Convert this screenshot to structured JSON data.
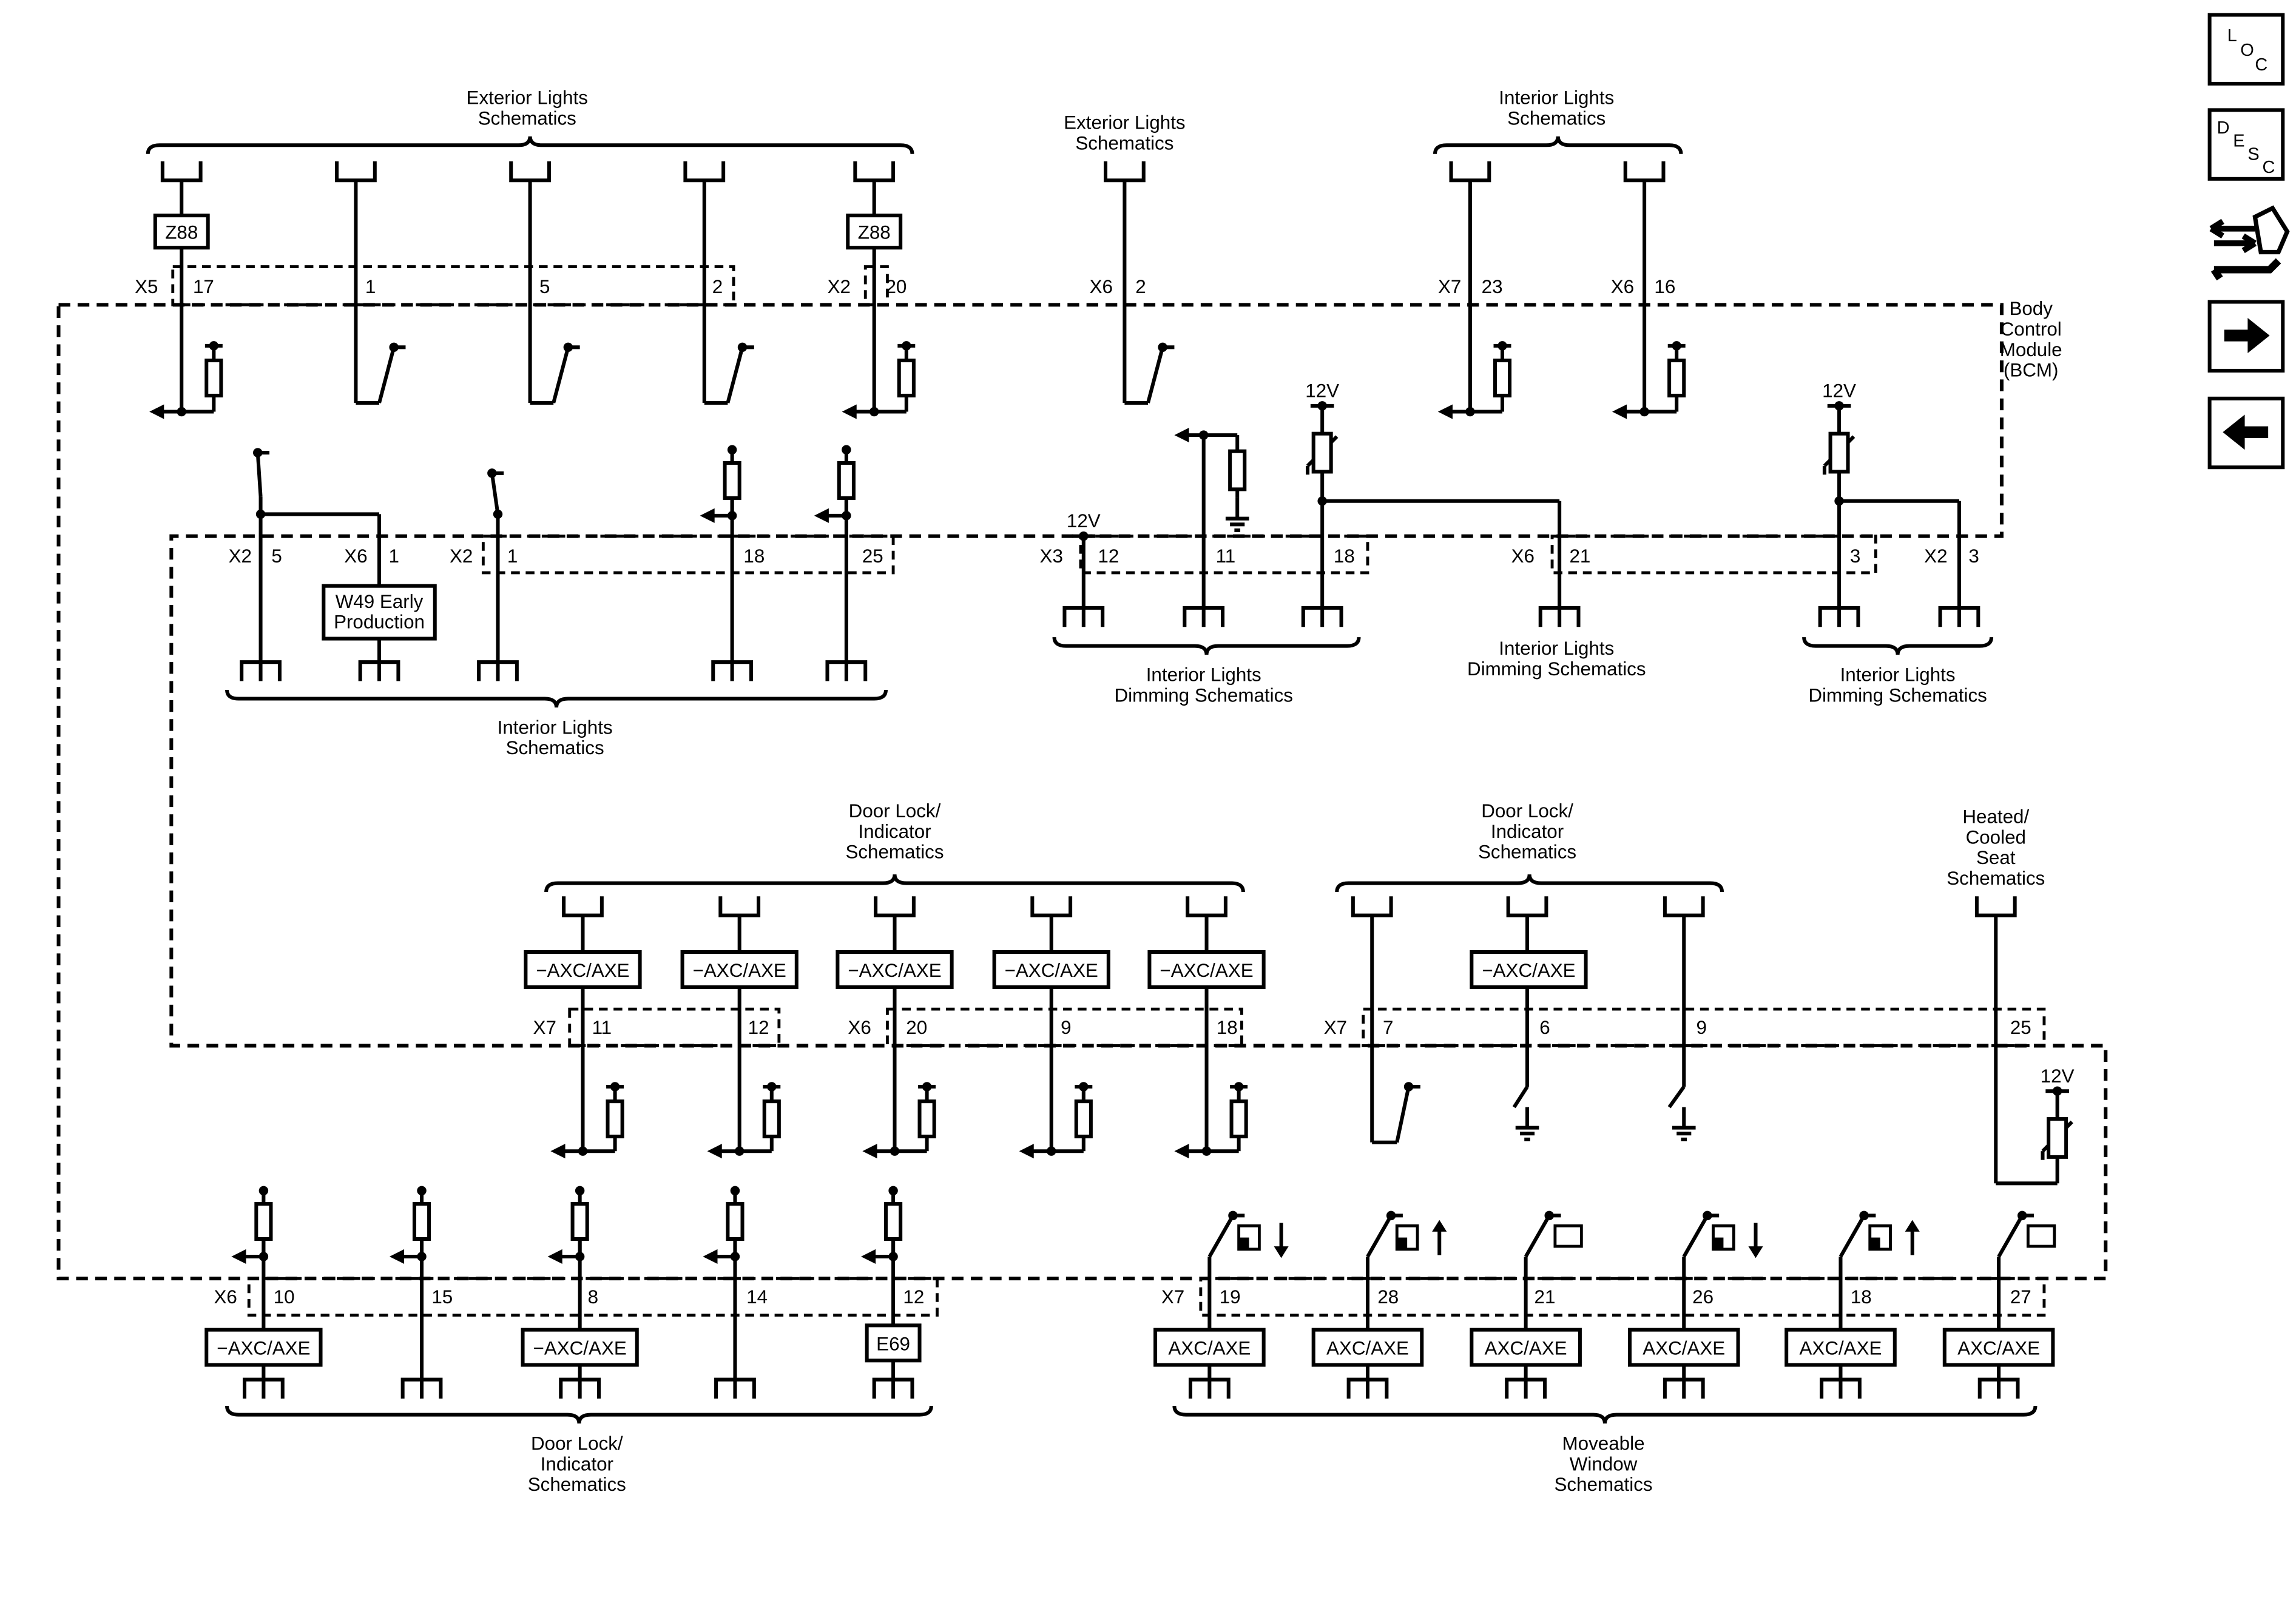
{
  "labels": {
    "ext_lights_1": [
      "Exterior Lights",
      "Schematics"
    ],
    "ext_lights_2": [
      "Exterior Lights",
      "Schematics"
    ],
    "int_lights_top": [
      "Interior Lights",
      "Schematics"
    ],
    "bcm": [
      "Body",
      "Control",
      "Module",
      "(BCM)"
    ],
    "int_lights_mid": [
      "Interior Lights",
      "Schematics"
    ],
    "int_dim_1": [
      "Interior Lights",
      "Dimming Schematics"
    ],
    "int_dim_2": [
      "Interior Lights",
      "Dimming Schematics"
    ],
    "int_dim_3": [
      "Interior Lights",
      "Dimming Schematics"
    ],
    "door_lock_1": [
      "Door Lock/",
      "Indicator",
      "Schematics"
    ],
    "door_lock_2": [
      "Door Lock/",
      "Indicator",
      "Schematics"
    ],
    "heated_seat": [
      "Heated/",
      "Cooled",
      "Seat",
      "Schematics"
    ],
    "door_lock_bottom": [
      "Door Lock/",
      "Indicator",
      "Schematics"
    ],
    "moveable_window": [
      "Moveable",
      "Window",
      "Schematics"
    ],
    "v12": "12V"
  },
  "connectors": {
    "X5": "X5",
    "X2": "X2",
    "X6": "X6",
    "X7": "X7",
    "X3": "X3"
  },
  "pins": {
    "r1": [
      "17",
      "1",
      "5",
      "2",
      "20",
      "2",
      "23",
      "16"
    ],
    "r2": [
      "5",
      "1",
      "1",
      "18",
      "25",
      "12",
      "11",
      "18",
      "21",
      "3",
      "3"
    ],
    "r3": [
      "11",
      "12",
      "20",
      "9",
      "18",
      "7",
      "6",
      "9",
      "25"
    ],
    "r4": [
      "10",
      "15",
      "8",
      "14",
      "12",
      "19",
      "28",
      "21",
      "26",
      "18",
      "27"
    ]
  },
  "boxes": {
    "z88": "Z88",
    "w49": [
      "W49 Early",
      "Production"
    ],
    "naxc": "−AXC/AXE",
    "axc": "AXC/AXE",
    "e69": "E69"
  },
  "nav": {
    "loc": [
      "L",
      "O",
      "C"
    ],
    "desc": [
      "D",
      "E",
      "S",
      "C"
    ]
  }
}
